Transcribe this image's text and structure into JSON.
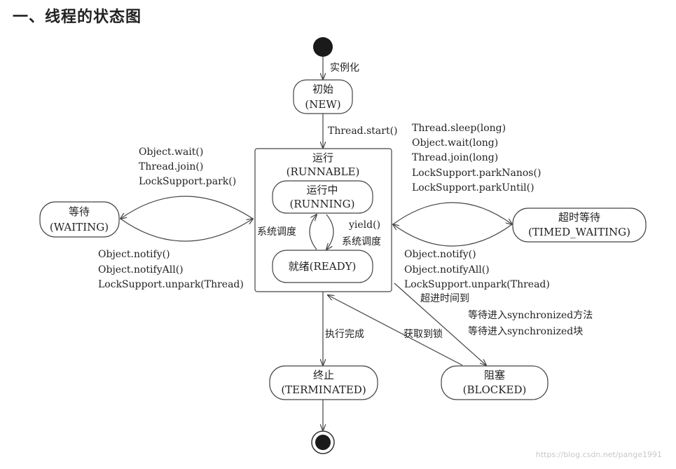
{
  "page": {
    "title": "一、线程的状态图"
  },
  "states": {
    "new": {
      "line1": "初始",
      "line2": "(NEW)"
    },
    "runnable": {
      "line1": "运行",
      "line2": "(RUNNABLE)"
    },
    "running": {
      "line1": "运行中",
      "line2": "(RUNNING)"
    },
    "ready": {
      "line1": "就绪(READY)"
    },
    "waiting": {
      "line1": "等待",
      "line2": "(WAITING)"
    },
    "timed": {
      "line1": "超时等待",
      "line2": "(TIMED_WAITING)"
    },
    "terminated": {
      "line1": "终止",
      "line2": "(TERMINATED)"
    },
    "blocked": {
      "line1": "阻塞",
      "line2": "(BLOCKED)"
    }
  },
  "transitions": {
    "instantiate": "实例化",
    "start": "Thread.start()",
    "to_waiting": [
      "Object.wait()",
      "Thread.join()",
      "LockSupport.park()"
    ],
    "from_waiting": [
      "Object.notify()",
      "Object.notifyAll()",
      "LockSupport.unpark(Thread)"
    ],
    "to_timed": [
      "Thread.sleep(long)",
      "Object.wait(long)",
      "Thread.join(long)",
      "LockSupport.parkNanos()",
      "LockSupport.parkUntil()"
    ],
    "from_timed": [
      "Object.notify()",
      "Object.notifyAll()",
      "LockSupport.unpark(Thread)"
    ],
    "timeout": "超进时间到",
    "schedule_left": "系统调度",
    "yield": "yield()",
    "schedule_right": "系统调度",
    "finish": "执行完成",
    "acquire_lock": "获取到锁",
    "to_blocked": [
      "等待进入synchronized方法",
      "等待进入synchronized块"
    ]
  },
  "watermark": "https://blog.csdn.net/pange1991"
}
